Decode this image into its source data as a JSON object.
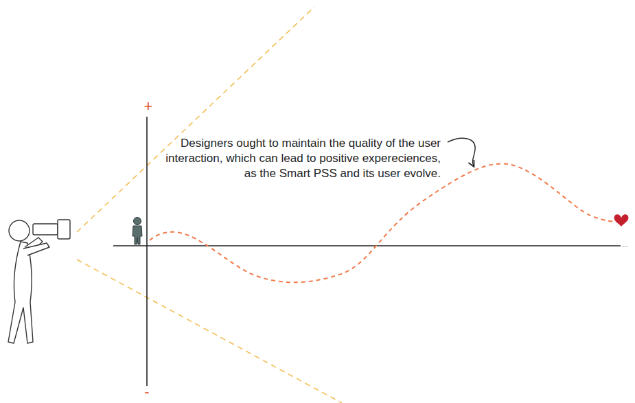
{
  "diagram": {
    "labels": [
      "+",
      "Designers ought to maintain the quality of the user interaction, which can lead to positive expereciences, as the Smart PSS and its user evolve.",
      "-",
      "..."
    ]
  }
}
